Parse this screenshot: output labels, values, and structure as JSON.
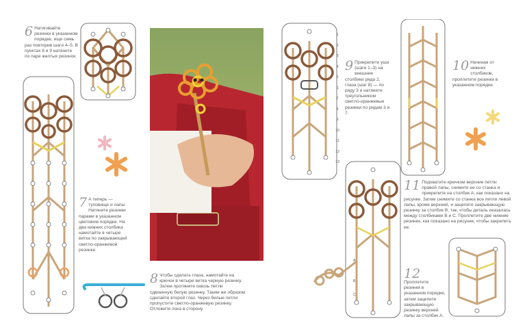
{
  "steps": [
    {
      "num": "6",
      "text": "Натягивайте резинки в указанном порядке, еще семь раз повторив шаги 4–5. В пунктах 8 и 9 натяните по паре желтых резинок."
    },
    {
      "num": "7",
      "text": "А теперь — туловище и лапы. Натяните резинки парами в указанном цветовом порядке. На два нижних столбика намотайте в четыре витка по закрывающей светло-оранжевой резинке."
    },
    {
      "num": "8",
      "text": "Чтобы сделать глаза, намотайте на крючок в четыре витка черную резинку. Затем протяните сквозь петли сдвоенную белую резинку. Таким же образом сделайте второй глаз. Через белые петли пропустите светло-оранжевую резинку. Отложите пока в сторону."
    },
    {
      "num": "9",
      "text": "Прикрепите уши (шаги 1–3) на внешние столбики ряда 2, глаза (шаг 8) — по ряду 3 и натяните треугольником светло-оранжевые резинки по рядам 3 и 7."
    },
    {
      "num": "10",
      "text": "Начиная от нижних столбиков, проплетите резинки в указанном порядке."
    },
    {
      "num": "11",
      "text": "Подхватите крючком верхние петли правой лапы, снимите ее со станка и прикрепите на столбик А, как показано на рисунке. Затем снимите со станка все петли левой лапы, кроме верхней, и зацепите закрывающую резинку за столбик В, так, чтобы деталь оказалась между столбиками В и С. Проплетите две нижние резинки, как показано на рисунке, чтобы закрепить ее."
    },
    {
      "num": "12",
      "text": "Проплетите резинки в указанном порядке, затем зацепите закрывающую резинку верхней лапы за столбик А."
    }
  ],
  "row_numbers": [
    "1",
    "2",
    "3",
    "4",
    "5",
    "6",
    "7",
    "8",
    "9",
    "10",
    "11",
    "12",
    "13"
  ],
  "loom_labels": {
    "a": "A",
    "b": "B",
    "c": "C"
  },
  "colors": {
    "band_tan": "#c8a57a",
    "band_brown": "#8a5a3a",
    "band_yellow": "#e6d25a",
    "band_orange": "#e8a063",
    "hook": "#3aaed6",
    "asterisk": "#f0a050",
    "asterisk_pink": "#f2b8c0",
    "asterisk_yellow": "#f5d97a"
  }
}
